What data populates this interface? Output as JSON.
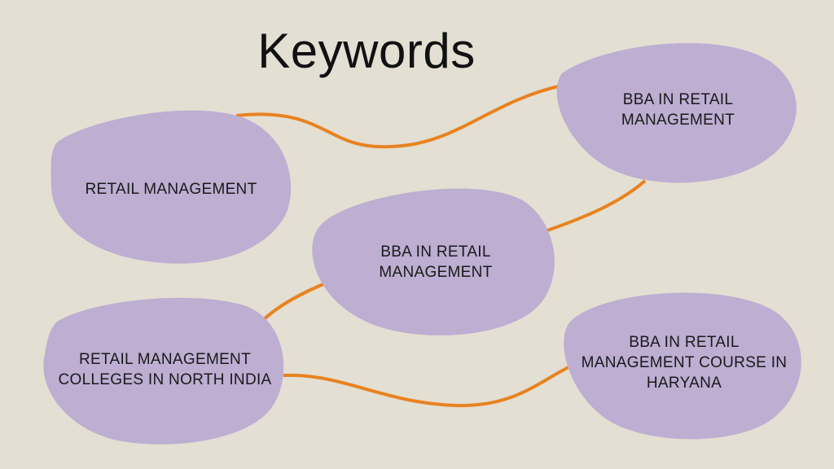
{
  "title": "Keywords",
  "colors": {
    "background": "#e3dfd3",
    "blob": "#bdaed2",
    "connector": "#e8821f"
  },
  "nodes": {
    "retail_management": {
      "lines": [
        "RETAIL MANAGEMENT"
      ]
    },
    "bba_top_right": {
      "lines": [
        "BBA IN RETAIL",
        "MANAGEMENT"
      ]
    },
    "bba_center": {
      "lines": [
        "BBA IN RETAIL",
        "MANAGEMENT"
      ]
    },
    "colleges_north_india": {
      "lines": [
        "RETAIL MANAGEMENT",
        "COLLEGES IN NORTH INDIA"
      ]
    },
    "bba_haryana": {
      "lines": [
        "BBA IN RETAIL",
        "MANAGEMENT COURSE IN",
        "HARYANA"
      ]
    }
  }
}
